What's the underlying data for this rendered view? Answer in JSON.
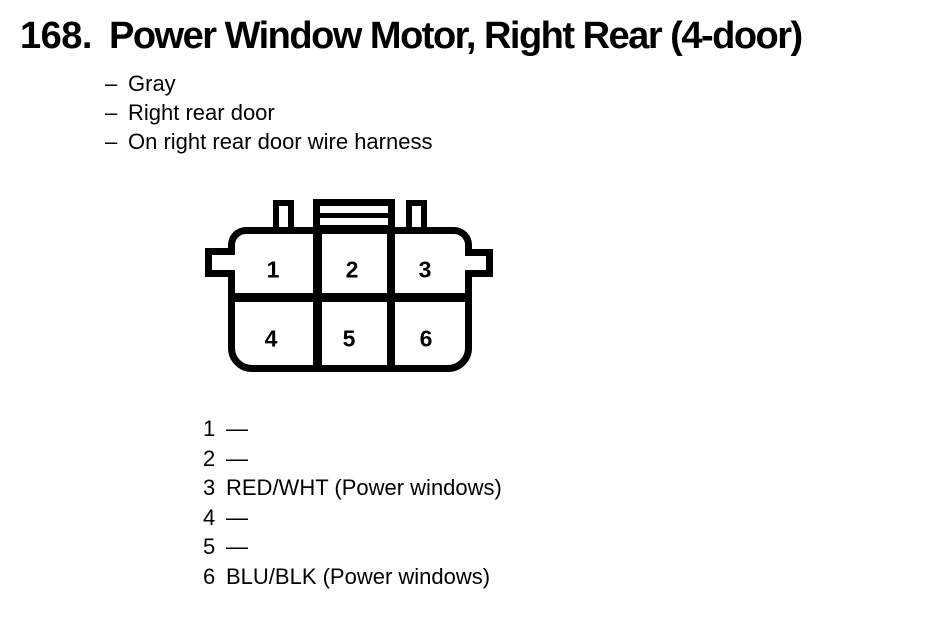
{
  "page": {
    "background_color": "#ffffff",
    "text_color": "#000000"
  },
  "header": {
    "number": "168.",
    "title": "Power Window Motor, Right Rear (4-door)"
  },
  "notes": {
    "bullet": "–",
    "items": [
      "Gray",
      "Right rear door",
      "On right rear door wire harness"
    ]
  },
  "connector": {
    "description": "6-cavity connector, 2 rows of 3, viewed with latch on top",
    "cavities": [
      "1",
      "2",
      "3",
      "4",
      "5",
      "6"
    ]
  },
  "pin_list": [
    {
      "pin": "1",
      "label": "—"
    },
    {
      "pin": "2",
      "label": "—"
    },
    {
      "pin": "3",
      "label": "RED/WHT (Power windows)"
    },
    {
      "pin": "4",
      "label": "—"
    },
    {
      "pin": "5",
      "label": "—"
    },
    {
      "pin": "6",
      "label": "BLU/BLK (Power windows)"
    }
  ]
}
